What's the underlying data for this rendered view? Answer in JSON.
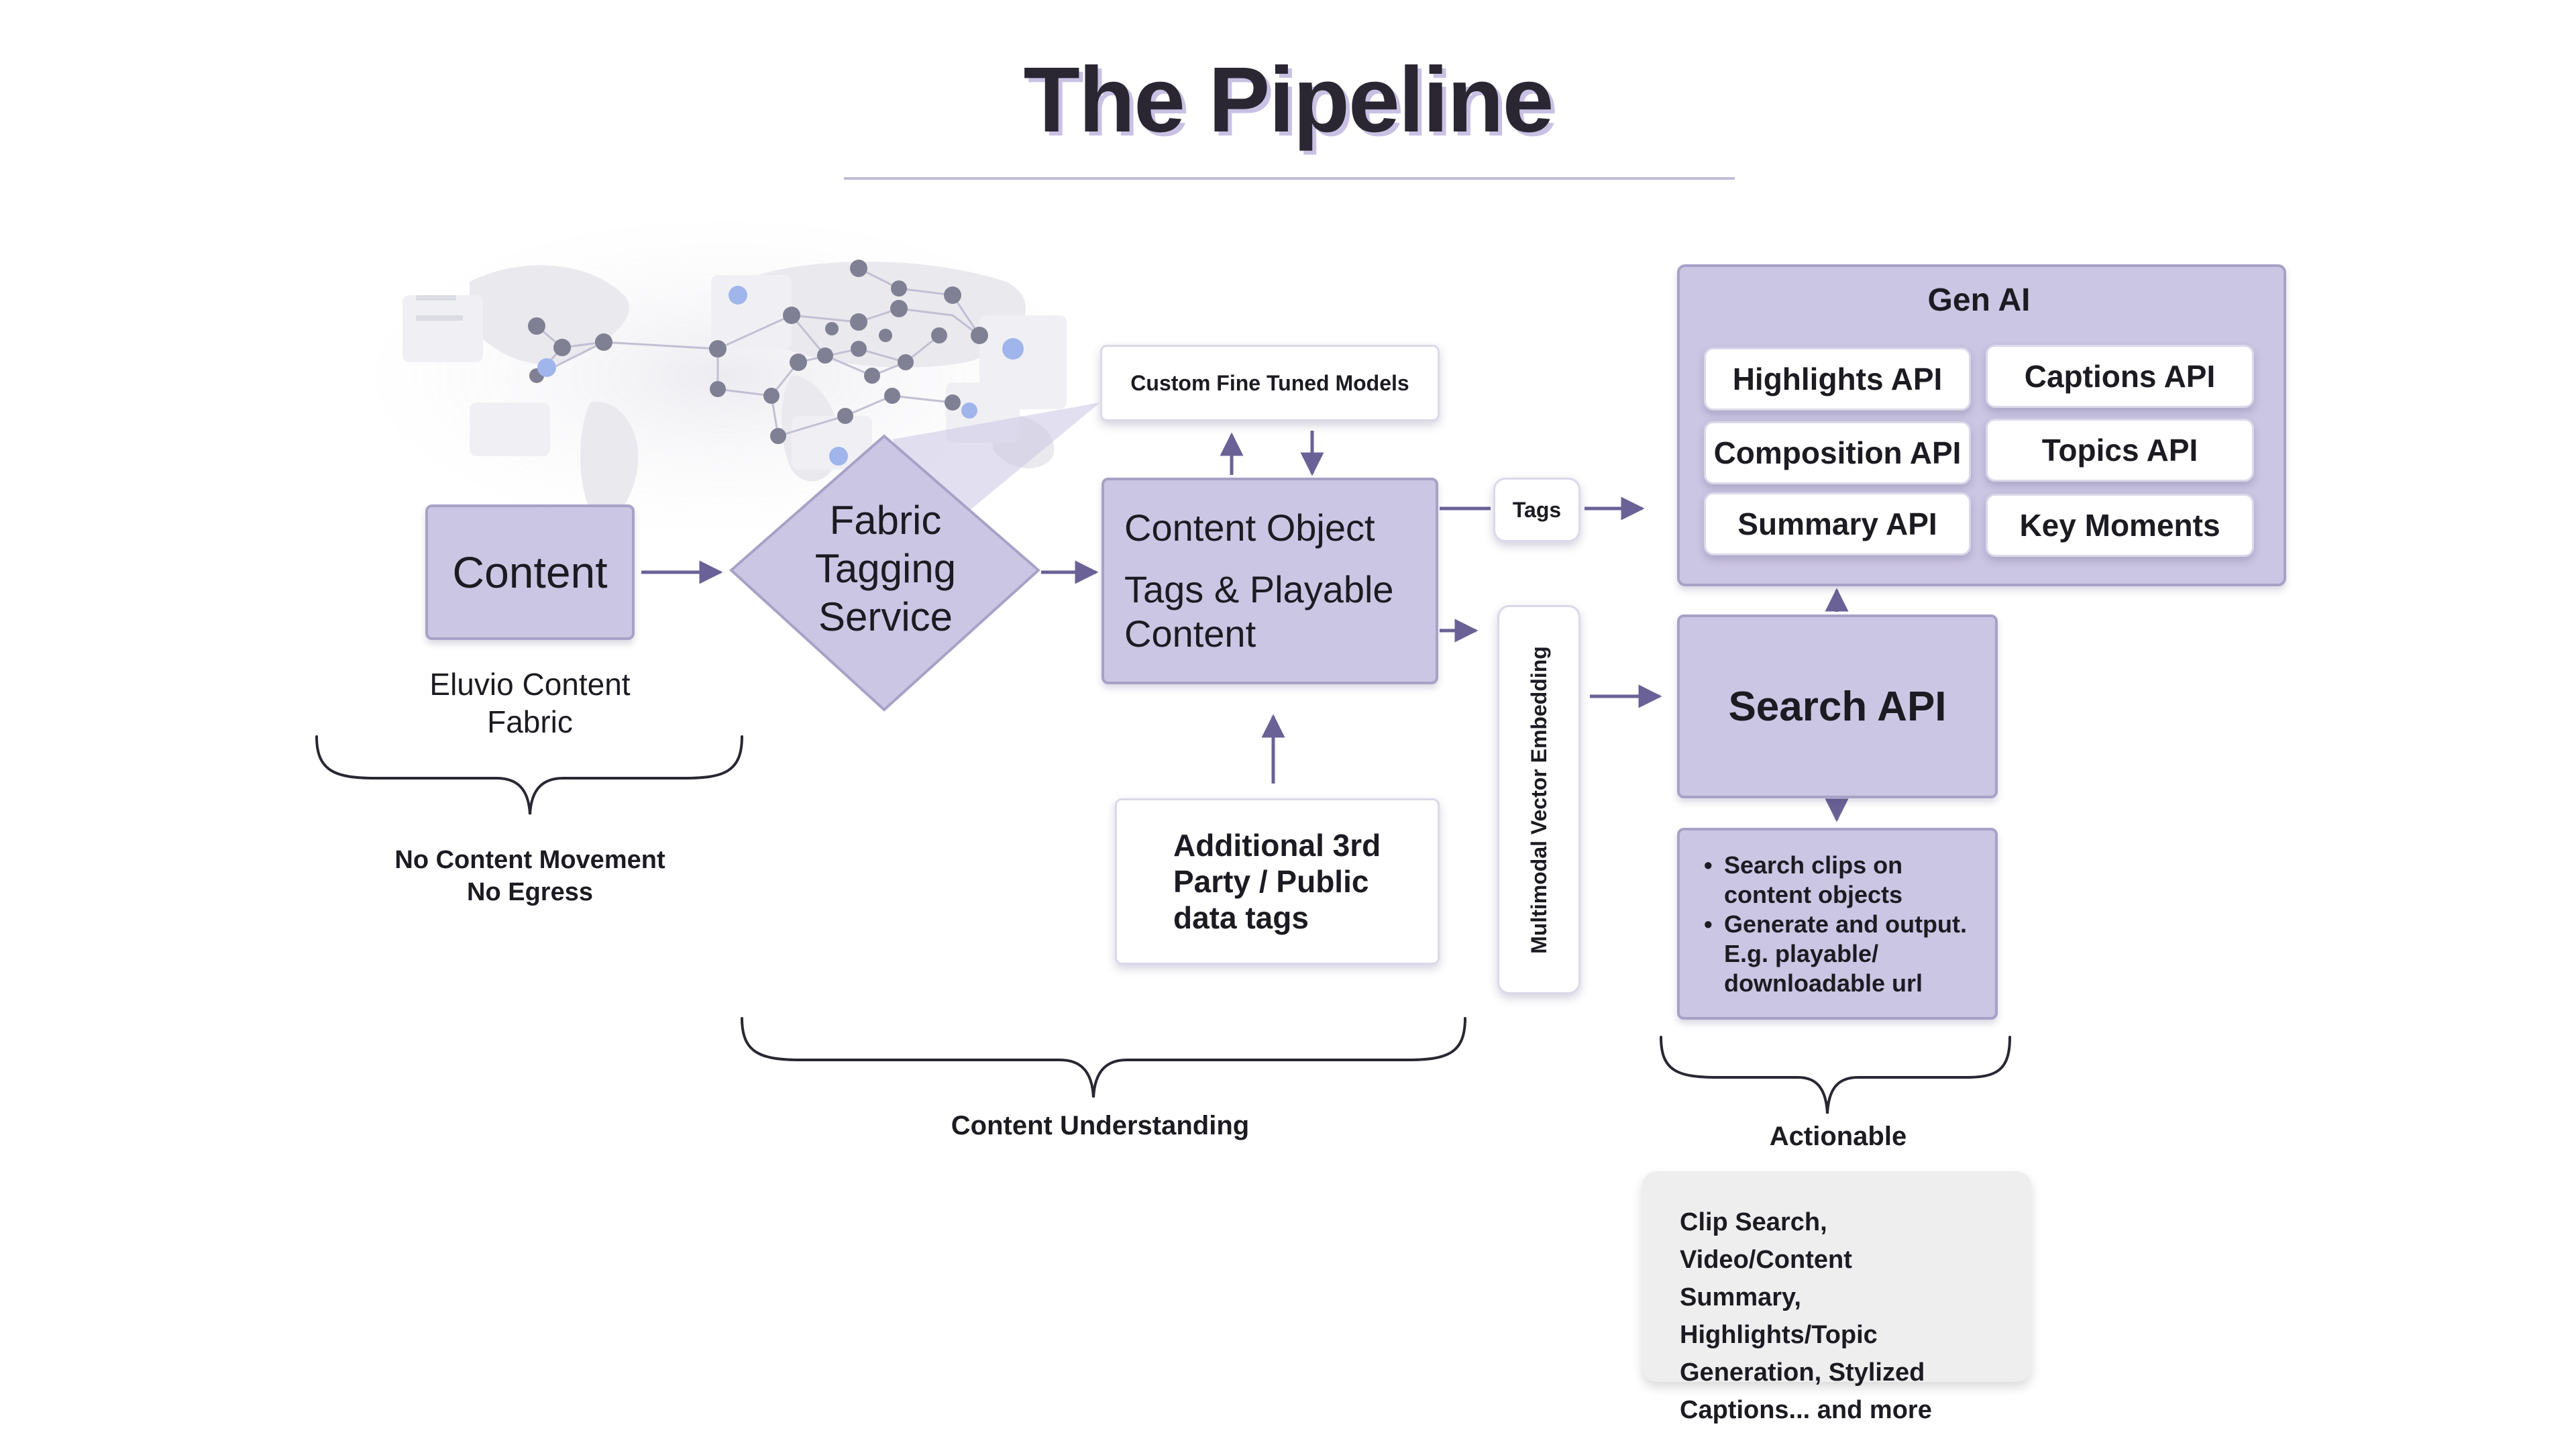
{
  "title": "The Pipeline",
  "content_box": {
    "label": "Content"
  },
  "content_caption": {
    "line1": "Eluvio Content",
    "line2": "Fabric"
  },
  "no_movement": {
    "line1": "No Content Movement",
    "line2": "No Egress"
  },
  "tagging_service": {
    "line1": "Fabric",
    "line2": "Tagging",
    "line3": "Service"
  },
  "custom_models": {
    "label": "Custom Fine Tuned Models"
  },
  "content_object": {
    "line1": "Content Object",
    "line2": "Tags & Playable",
    "line3": "Content"
  },
  "third_party": {
    "line1": "Additional 3rd",
    "line2": "Party / Public",
    "line3": "data tags"
  },
  "tags_pill": {
    "label": "Tags"
  },
  "vector_embedding": {
    "label": "Multimodal Vector Embedding"
  },
  "gen_ai": {
    "title": "Gen AI",
    "apis": [
      "Highlights API",
      "Captions API",
      "Composition API",
      "Topics API",
      "Summary API",
      "Key Moments"
    ]
  },
  "search_api": {
    "label": "Search API"
  },
  "search_details": {
    "items": [
      "Search clips on content objects",
      "Generate and output. E.g. playable/ downloadable url"
    ]
  },
  "brackets": {
    "content_understanding": "Content Understanding",
    "actionable": "Actionable"
  },
  "summary_card": {
    "lines": [
      "Clip Search, Video/Content",
      "Summary, Highlights/Topic",
      "Generation, Stylized",
      "Captions... and more"
    ]
  },
  "colors": {
    "accent_purple": "#cbc6e3",
    "arrow": "#6a6296",
    "title_shadow": "#c9c1e3"
  }
}
